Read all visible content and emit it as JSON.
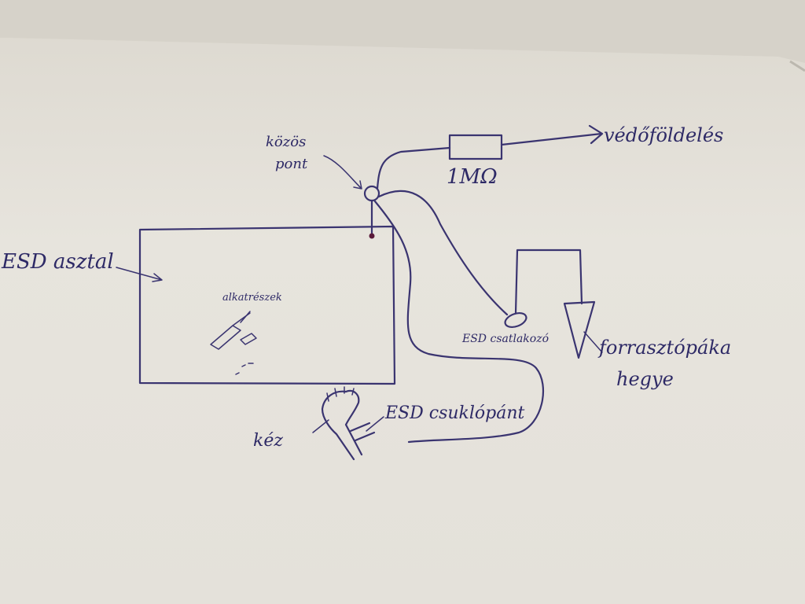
{
  "labels": {
    "vedofoldeles": "védőföldelés",
    "kozos_line1": "közös",
    "kozos_line2": "pont",
    "resistor": "1MΩ",
    "esd_asztal": "ESD asztal",
    "alkatreszek": "alkatrészek",
    "esd_csatlakozo": "ESD csatlakozó",
    "forrasztopaka_line1": "forrasztópáka",
    "forrasztopaka_line2": "hegye",
    "esd_csuklopant": "ESD csuklópánt",
    "kez": "kéz"
  },
  "colors": {
    "ink": "#3a3470",
    "paper": "#e6e3dc"
  }
}
